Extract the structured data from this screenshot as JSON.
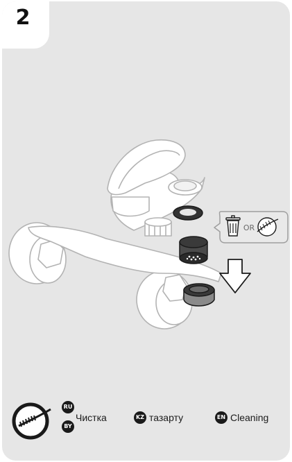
{
  "step": {
    "number": "2"
  },
  "callout": {
    "or_text": "OR"
  },
  "legend": {
    "icon": "cleaning-brush-icon",
    "ru_by": {
      "badge_top": "RU",
      "badge_bottom": "BY",
      "text": "Чистка"
    },
    "kz": {
      "badge": "KZ",
      "text": "тазарту"
    },
    "en": {
      "badge": "EN",
      "text": "Cleaning"
    }
  },
  "colors": {
    "panel": "#e6e6e6",
    "line": "#b5b5b5",
    "dark": "#1a1a1a",
    "white": "#ffffff"
  }
}
